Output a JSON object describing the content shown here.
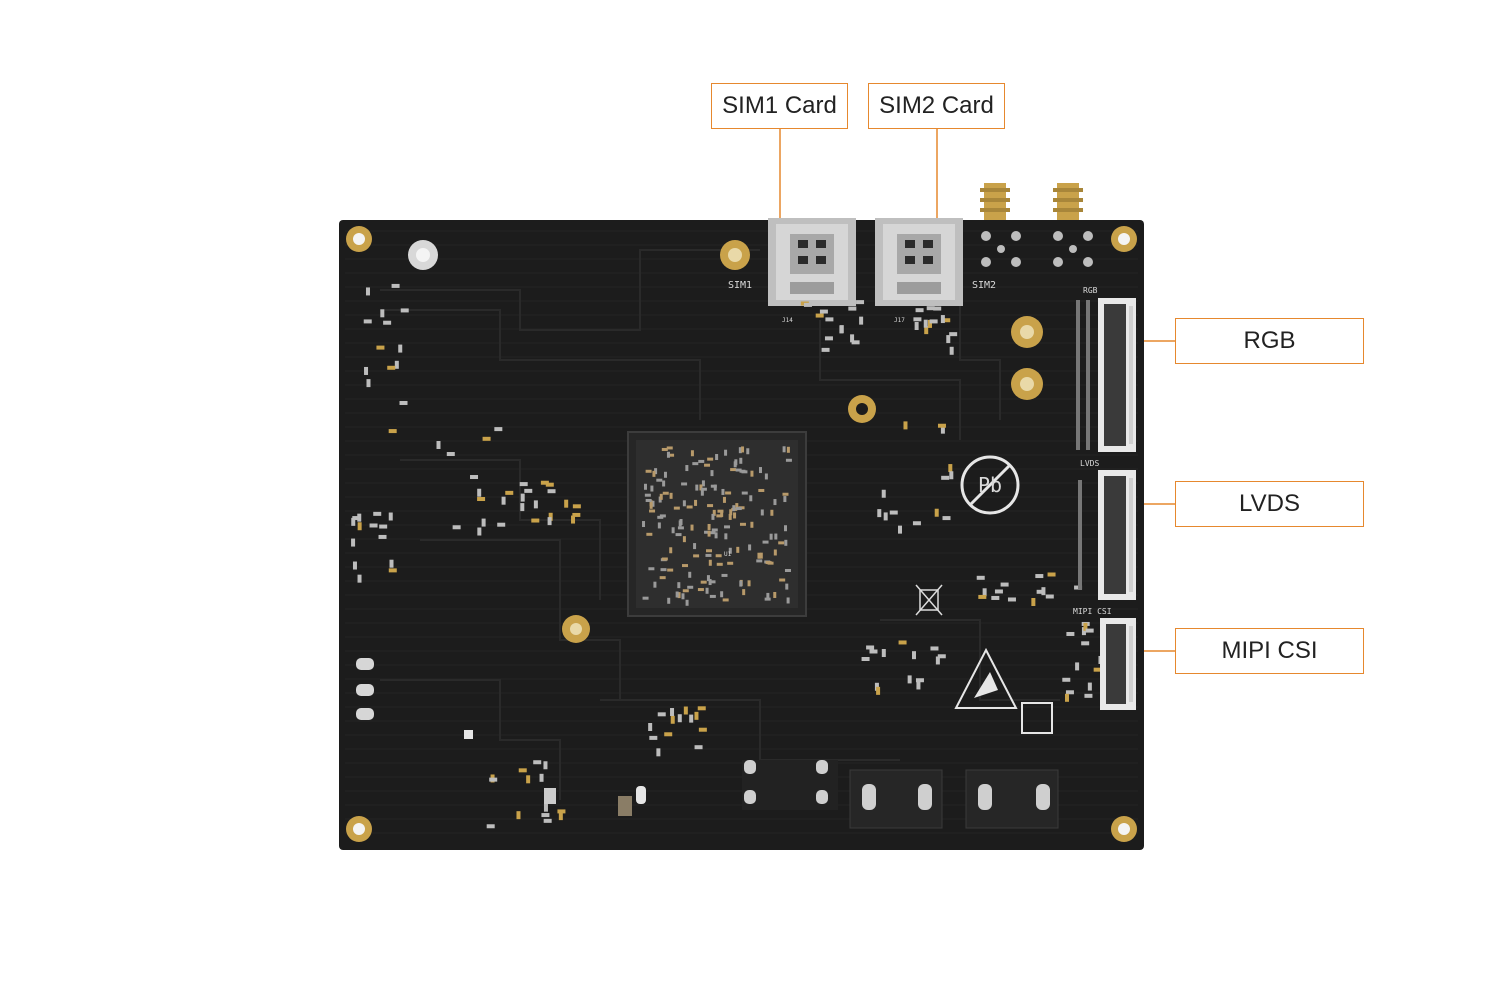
{
  "callouts": {
    "sim1": "SIM1 Card",
    "sim2": "SIM2 Card",
    "rgb": "RGB",
    "lvds": "LVDS",
    "mipi_csi": "MIPI CSI"
  },
  "board_silkscreen": {
    "sim1": "SIM1",
    "sim2": "SIM2",
    "j14": "J14",
    "j17": "J17",
    "rgb": "RGB",
    "lvds": "LVDS",
    "mipi_csi": "MIPI CSI",
    "u1": "U1",
    "pb": "Pb"
  },
  "colors": {
    "board": "#1c1c1c",
    "callout_border": "#e6882e",
    "gold": "#c9a24a",
    "silver": "#c8c8c8"
  }
}
